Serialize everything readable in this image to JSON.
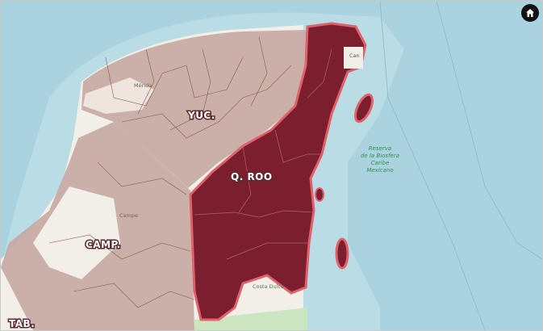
{
  "map": {
    "labels": {
      "yucatan": "YUC.",
      "quintana_roo": "Q. ROO",
      "campeche": "CAMP.",
      "tabasco": "TAB."
    },
    "basemap": {
      "reserve_lines": [
        "Reserva",
        "de la Biosfera",
        "Caribe",
        "Mexicano"
      ],
      "cancun_label": "Can",
      "merida_label": "Mérida",
      "campeche_city_label": "Campe",
      "chetumal_label": "Costa Dulce"
    },
    "colors": {
      "sea": "#abd3df",
      "land": "#f2efe9",
      "selected_state_fill": "#7b1f2e",
      "selected_state_outline": "#e0606b",
      "neighbor_fill": "#c6a8a2",
      "municipal_borders": "#8a5a4a"
    }
  },
  "controls": {
    "home_icon": "home-icon"
  }
}
